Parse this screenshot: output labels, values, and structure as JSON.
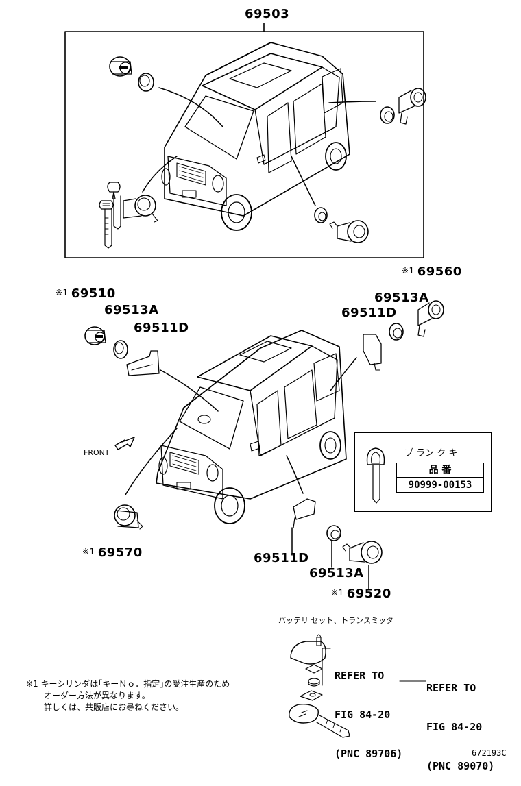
{
  "top_assembly_label": "69503",
  "parts": {
    "p69510": {
      "mark": "※1",
      "number": "69510"
    },
    "p69513a_left": {
      "number": "69513A"
    },
    "p69511d_left": {
      "number": "69511D"
    },
    "p69560": {
      "mark": "※1",
      "number": "69560"
    },
    "p69513a_right": {
      "number": "69513A"
    },
    "p69511d_right": {
      "number": "69511D"
    },
    "p69570": {
      "mark": "※1",
      "number": "69570"
    },
    "p69511d_bottom": {
      "number": "69511D"
    },
    "p69513a_bottom": {
      "number": "69513A"
    },
    "p69520": {
      "mark": "※1",
      "number": "69520"
    }
  },
  "front_label": "FRONT",
  "blank_key": {
    "title": "ブ ラン ク  キ",
    "header": "品  番",
    "part_number": "90999-00153"
  },
  "battery_box": {
    "title": "バッテリ セット、トランスミッタ",
    "refer_inner": [
      "REFER TO",
      "FIG 84-20",
      "(PNC 89706)"
    ]
  },
  "refer_outer": [
    "REFER TO",
    "FIG 84-20",
    "(PNC 89070)"
  ],
  "footnote": {
    "mark": "※1",
    "lines": [
      "キーシリンダは｢キーＮｏ．指定｣の受注生産のため",
      "オーダー方法が異なります。",
      "詳しくは、共販店にお尋ねください。"
    ]
  },
  "diagram_id": "672193C"
}
